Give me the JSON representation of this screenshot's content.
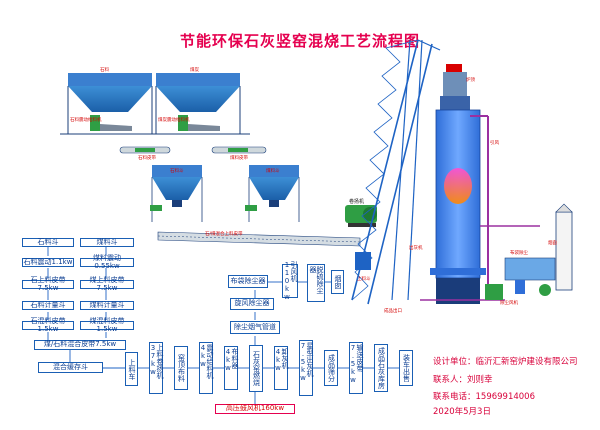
{
  "title": "节能环保石灰竖窑混烧工艺流程图",
  "equipment_labels": {
    "hopper_left": "石料",
    "hopper_right": "煤炭",
    "feeder_left": "石料震动给料机",
    "feeder_right": "煤炭震动给料机",
    "belt_left": "石料皮带",
    "belt_right": "煤料皮带",
    "bin_left": "石料斗",
    "bin_right": "煤料斗",
    "mix_belt": "石/煤混合上料皮带",
    "hoist": "卷扬机",
    "skip": "上料斗",
    "fan_label": "除尘风机",
    "dust_collector": "布袋除尘",
    "vent": "引风",
    "kiln_feeder": "出灰机",
    "kiln_top": "炉顶",
    "kiln_stack": "烟囱",
    "lime_out": "成品出口"
  },
  "flow_left": {
    "col1": [
      "石料斗",
      "石料震动1.1kw",
      "石上料皮带7.5kw",
      "石料计量斗",
      "石混料皮带1.5kw"
    ],
    "col2": [
      "煤料斗",
      "煤料震动0.55kw",
      "煤上料皮带7.5kw",
      "煤料计量斗",
      "煤混料皮带1.5kw"
    ],
    "mix_belt": "煤/石料混合皮带7.5kw",
    "storage": "混合缓存斗"
  },
  "flow_bottom": {
    "steps": [
      "上料车",
      "上料卷扬机37kw",
      "窑顶布料",
      "震动给料机4kw",
      "布料器4kw",
      "石灰窑燃烧",
      "卸灰机4kw",
      "星型出灰机7.5kw",
      "成品筛分",
      "输送皮带7.5kw",
      "成品石灰库房",
      "装车出售"
    ],
    "blower": "高压鼓风机160kw"
  },
  "flow_dust": {
    "bag": "布袋除尘器",
    "fan": "引风机110kw",
    "desulf": "脱硫除尘器",
    "chimney": "烟囱",
    "cyclone": "旋风除尘器",
    "pipe": "除尘烟气管道"
  },
  "company": {
    "unit_label": "设计单位：",
    "unit_name": "临沂汇新窑炉建设有限公司",
    "contact_label": "联系人：",
    "contact_name": "刘则幸",
    "phone_label": "联系电话：",
    "phone": "15969914006",
    "date": "2020年5月3日"
  },
  "colors": {
    "steel_blue": "#1e63c4",
    "hopper_fill": "#4fa3e0",
    "machine_green": "#2f9e44",
    "title_red": "#e5004f"
  }
}
